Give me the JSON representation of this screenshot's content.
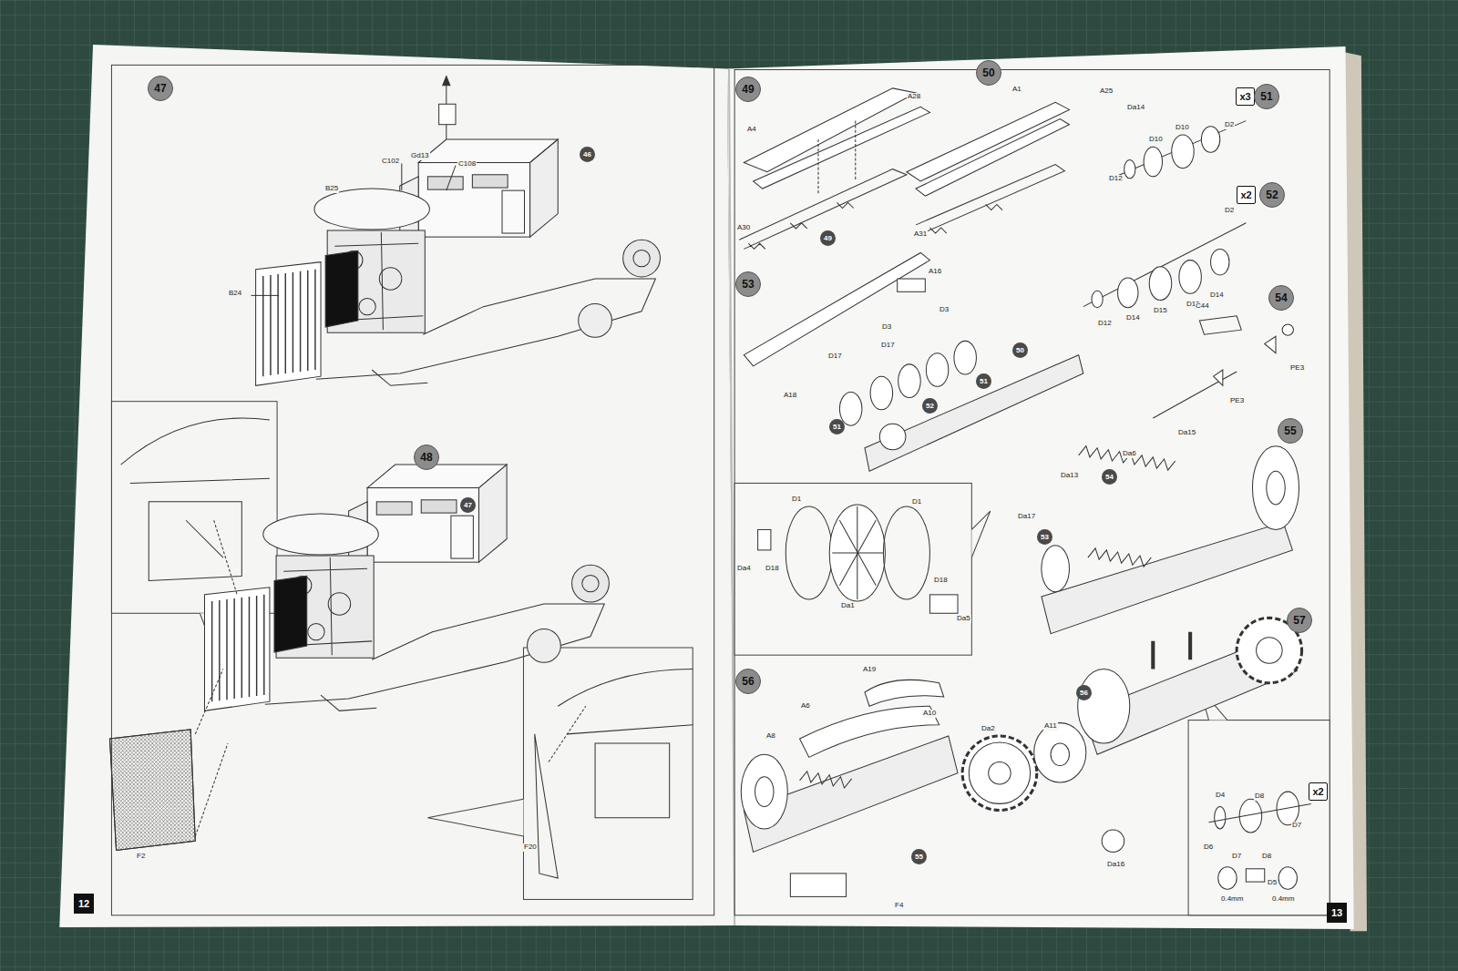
{
  "diagram": {
    "nodes": [
      {
        "text": [
          "47"
        ]
      },
      {
        "text": [
          "46"
        ]
      },
      {
        "text": [
          "48"
        ]
      },
      {
        "text": [
          "47"
        ]
      },
      {
        "text": [
          "12"
        ]
      },
      {
        "text": [
          "49"
        ]
      },
      {
        "text": [
          "50"
        ]
      },
      {
        "text": [
          "x3"
        ]
      },
      {
        "text": [
          "51"
        ]
      },
      {
        "text": [
          "x2"
        ]
      },
      {
        "text": [
          "52"
        ]
      },
      {
        "text": [
          "53"
        ]
      },
      {
        "text": [
          "49"
        ]
      },
      {
        "text": [
          "51"
        ]
      },
      {
        "text": [
          "52"
        ]
      },
      {
        "text": [
          "51"
        ]
      },
      {
        "text": [
          "50"
        ]
      },
      {
        "text": [
          "54"
        ]
      },
      {
        "text": [
          "55"
        ]
      },
      {
        "text": [
          "54"
        ]
      },
      {
        "text": [
          "53"
        ]
      },
      {
        "text": [
          "56"
        ]
      },
      {
        "text": [
          "55"
        ]
      },
      {
        "text": [
          "57"
        ]
      },
      {
        "text": [
          "56"
        ]
      },
      {
        "text": [
          "x2"
        ]
      },
      {
        "text": [
          "13"
        ]
      }
    ],
    "labels": [
      "Gd13",
      "C102",
      "C108",
      "B25",
      "B24",
      "F2",
      "F20",
      "A28",
      "A4",
      "A30",
      "A1",
      "A25",
      "Da14",
      "A31",
      "D10",
      "D10",
      "D2",
      "D12",
      "D2",
      "D15",
      "D14",
      "D15",
      "D14",
      "D12",
      "A16",
      "D3",
      "D3",
      "D17",
      "D17",
      "A18",
      "C44",
      "PE3",
      "PE3",
      "Da15",
      "Da6",
      "Da13",
      "Da17",
      "Da4",
      "D18",
      "D1",
      "Da1",
      "D1",
      "D18",
      "Da5",
      "A19",
      "A6",
      "A8",
      "A10",
      "Da2",
      "A11",
      "Da16",
      "F4",
      "D4",
      "D8",
      "D7",
      "D6",
      "D5",
      "D7",
      "D8",
      "0.4mm",
      "0.4mm"
    ]
  }
}
